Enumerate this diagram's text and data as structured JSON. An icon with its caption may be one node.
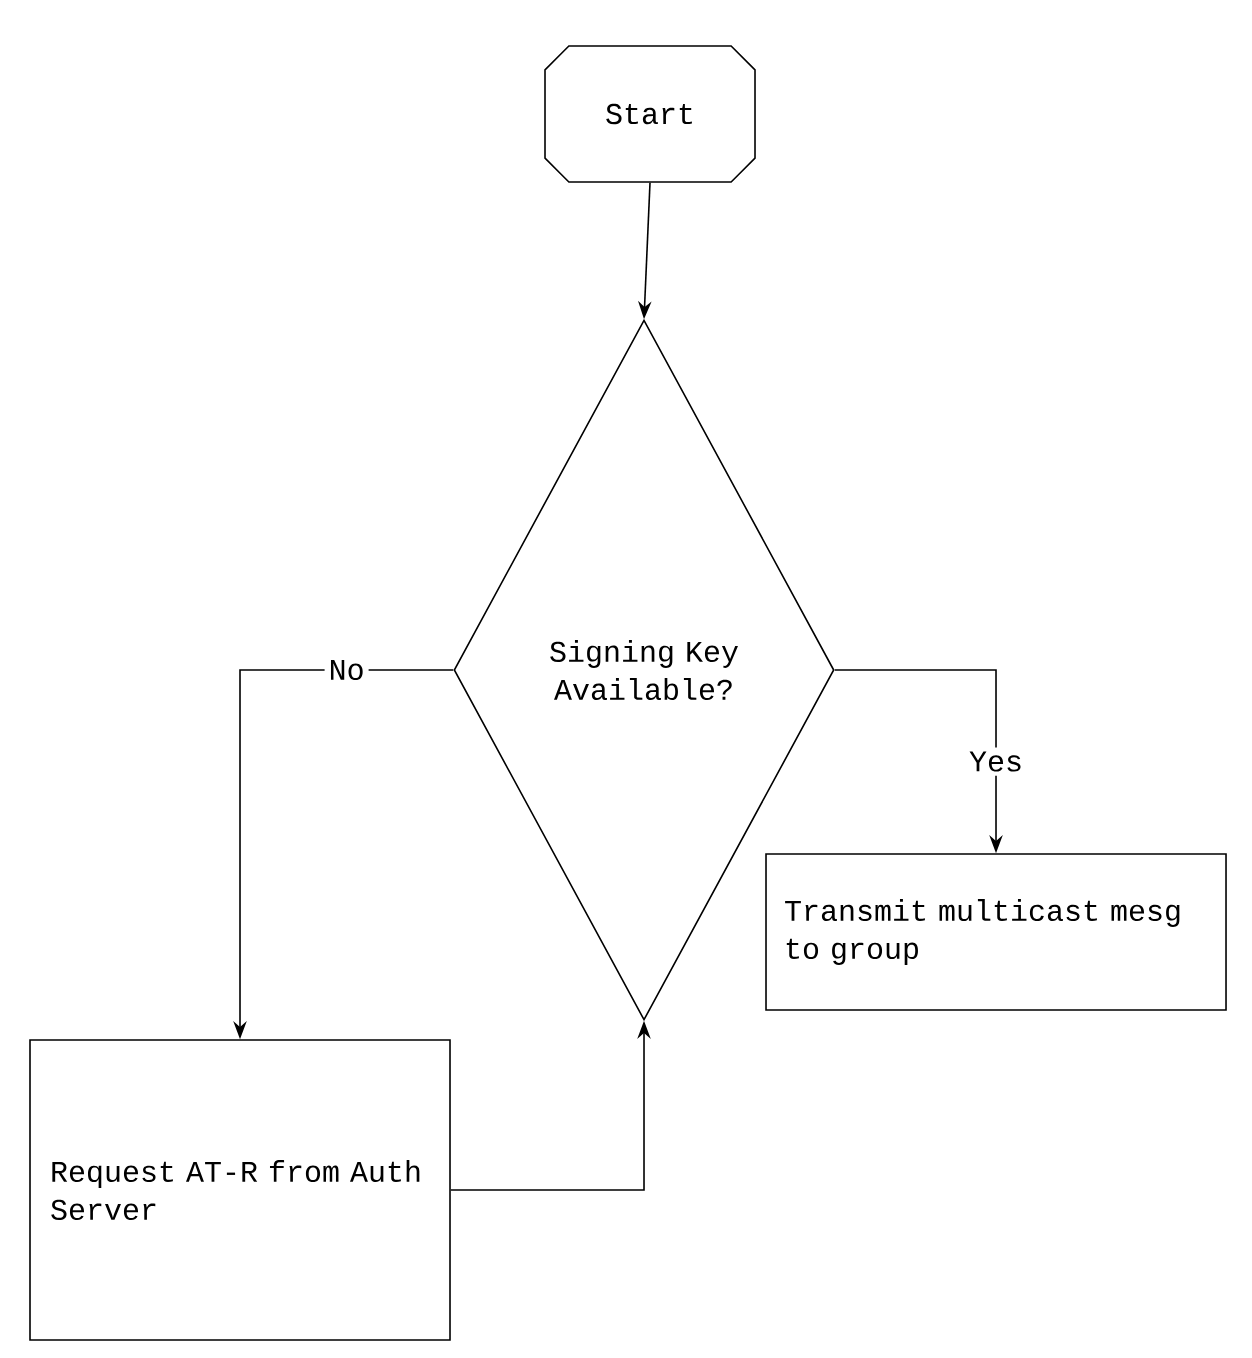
{
  "diagram": {
    "nodes": [
      {
        "text": [
          "Start"
        ]
      },
      {
        "text": [
          "Signing Key Available?"
        ]
      },
      {
        "text": [
          "Request AT-R from Auth Server"
        ]
      },
      {
        "text": [
          "Transmit multicast mesg to group"
        ]
      }
    ],
    "edges": [
      {
        "from": 0,
        "to": 1,
        "arrow": "to"
      },
      {
        "from": 1,
        "to": 2,
        "arrow": "to",
        "label": "No"
      },
      {
        "from": 1,
        "to": 3,
        "arrow": "to",
        "label": "Yes"
      },
      {
        "from": 2,
        "to": 1,
        "arrow": "to"
      }
    ]
  }
}
